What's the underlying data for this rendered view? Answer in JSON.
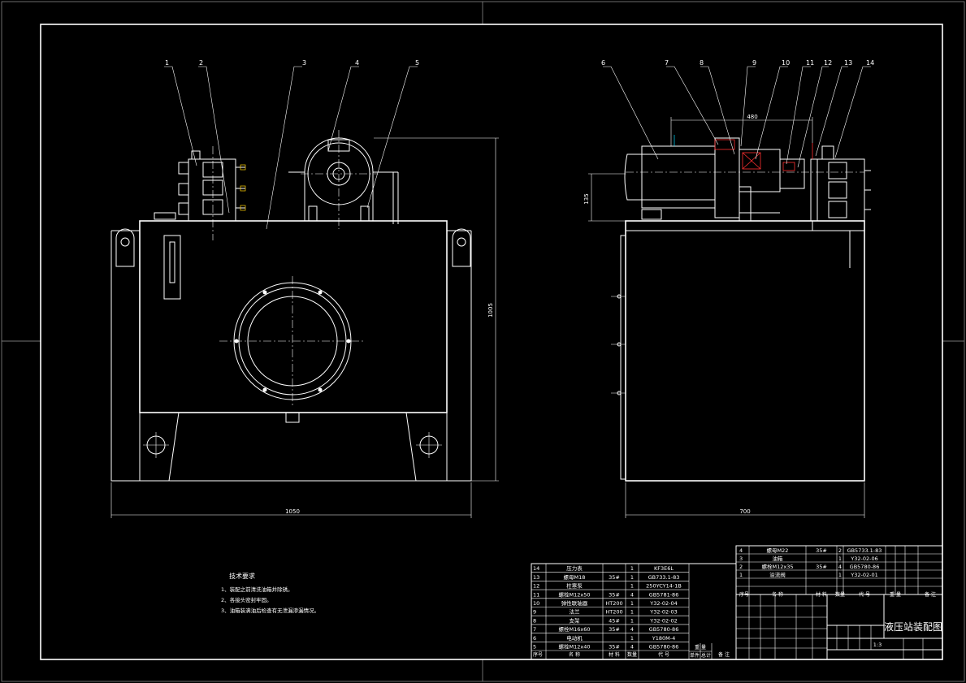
{
  "part_numbers": [
    "1",
    "2",
    "3",
    "4",
    "5",
    "6",
    "7",
    "8",
    "9",
    "10",
    "11",
    "12",
    "13",
    "14"
  ],
  "dimensions": {
    "front_width": "1050",
    "front_height": "1005",
    "side_width": "700",
    "side_top": "480",
    "side_small": "135"
  },
  "notes": {
    "title": "技术要求",
    "items": [
      "1、装配之前清洗油箱并除锈。",
      "2、各接头密封牢固。",
      "3、油箱装满油后检查有无泄漏渗漏情况。"
    ]
  },
  "parts_list_left": [
    {
      "no": "14",
      "name": "压力表",
      "material": "",
      "qty": "1",
      "code": "KF3E6L"
    },
    {
      "no": "13",
      "name": "螺母M18",
      "material": "35#",
      "qty": "1",
      "code": "GB733.1-83"
    },
    {
      "no": "12",
      "name": "柱塞泵",
      "material": "",
      "qty": "1",
      "code": "250YCY14-1B"
    },
    {
      "no": "11",
      "name": "螺栓M12x50",
      "material": "35#",
      "qty": "4",
      "code": "GB5781-86"
    },
    {
      "no": "10",
      "name": "弹性联轴器",
      "material": "HT200",
      "qty": "1",
      "code": "Y32-02-04"
    },
    {
      "no": "9",
      "name": "法兰",
      "material": "HT200",
      "qty": "1",
      "code": "Y32-02-03"
    },
    {
      "no": "8",
      "name": "支架",
      "material": "45#",
      "qty": "1",
      "code": "Y32-02-02"
    },
    {
      "no": "7",
      "name": "螺栓M16x60",
      "material": "35#",
      "qty": "4",
      "code": "GB5780-86"
    },
    {
      "no": "6",
      "name": "电动机",
      "material": "",
      "qty": "1",
      "code": "Y180M-4"
    },
    {
      "no": "5",
      "name": "螺栓M12x40",
      "material": "35#",
      "qty": "4",
      "code": "GB5780-86"
    }
  ],
  "parts_list_left_header": {
    "no": "序号",
    "name": "名 称",
    "material": "材 料",
    "qty": "数量",
    "code": "代 号",
    "unit_weight": "单件",
    "total_weight": "总计",
    "weight": "重 量",
    "remark": "备 注"
  },
  "parts_list_right": [
    {
      "no": "4",
      "name": "螺母M22",
      "material": "35#",
      "qty": "2",
      "code": "GB5733.1-83"
    },
    {
      "no": "3",
      "name": "油箱",
      "material": "",
      "qty": "1",
      "code": "Y32-02-06"
    },
    {
      "no": "2",
      "name": "螺栓M12x35",
      "material": "35#",
      "qty": "4",
      "code": "GB5780-86"
    },
    {
      "no": "1",
      "name": "溢流阀",
      "material": "",
      "qty": "1",
      "code": "Y32-02-01"
    }
  ],
  "parts_list_right_header": {
    "no": "序号",
    "name": "名 称",
    "material": "材 料",
    "qty": "数量",
    "code": "代 号",
    "weight": "重 量",
    "remark": "备 注"
  },
  "title_block": {
    "drawing_title": "液压站装配图",
    "scale": "1:3"
  }
}
